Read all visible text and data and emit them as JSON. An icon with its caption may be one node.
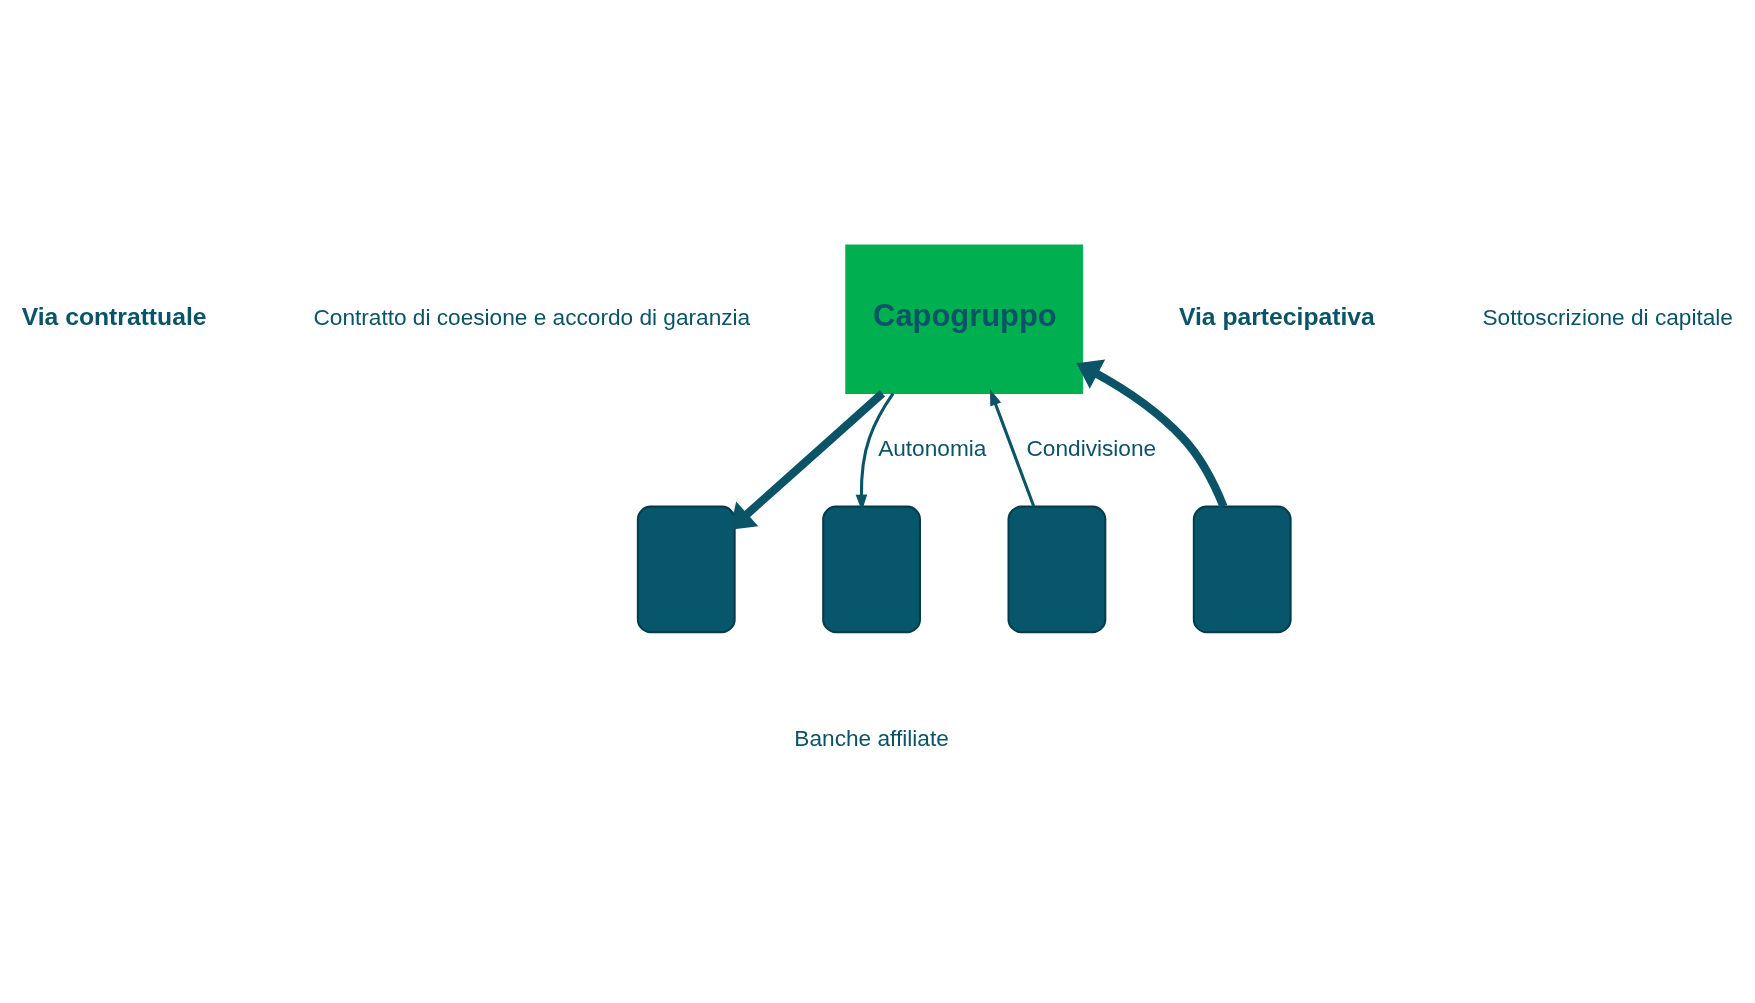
{
  "diagram": {
    "nodes": [
      {
        "text": [
          "Capogruppo"
        ]
      },
      {
        "text": [],
        "shape": "box"
      },
      {
        "text": [],
        "shape": "box"
      },
      {
        "text": [],
        "shape": "box"
      },
      {
        "text": [],
        "shape": "box"
      }
    ],
    "edges": [
      {
        "from": 0,
        "to": 1,
        "arrow": "to",
        "style": "thick"
      },
      {
        "from": 0,
        "to": 2,
        "arrow": "to",
        "label": "Autonomia"
      },
      {
        "from": 3,
        "to": 0,
        "arrow": "to",
        "label": "Condivisione"
      },
      {
        "from": 4,
        "to": 0,
        "arrow": "to",
        "style": "thick"
      }
    ],
    "labels": [
      "Via contrattuale",
      "Contratto di coesione e accordo di garanzia",
      "Via partecipativa",
      "Sottoscrizione di capitale",
      "Banche affiliate"
    ]
  }
}
